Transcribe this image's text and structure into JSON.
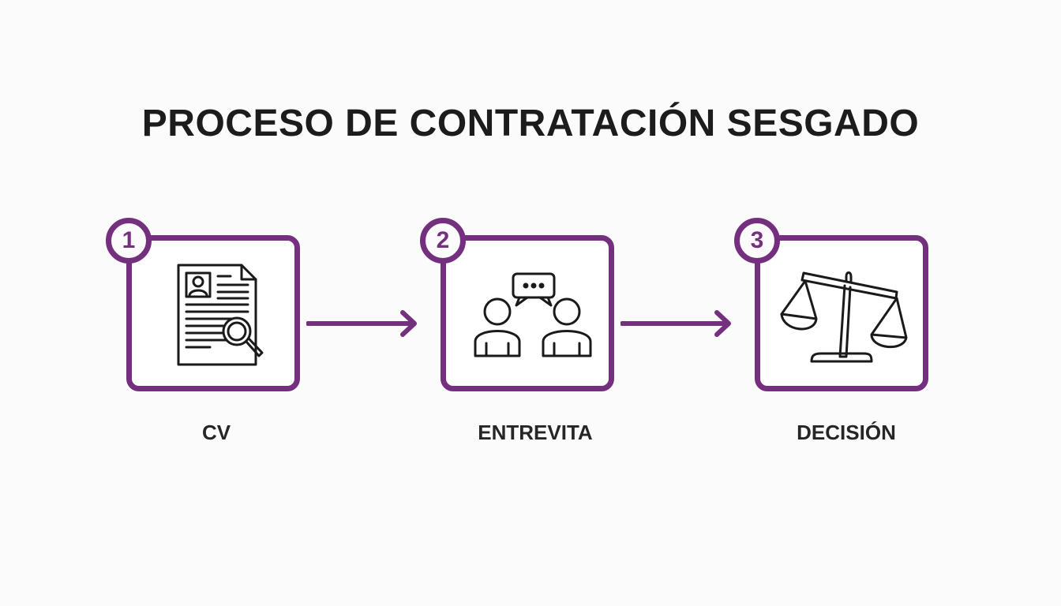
{
  "title": "PROCESO DE CONTRATACIÓN SESGADO",
  "accent_color": "#74307e",
  "steps": [
    {
      "number": "1",
      "label": "CV",
      "icon": "resume-search-icon"
    },
    {
      "number": "2",
      "label": "ENTREVITA",
      "icon": "interview-people-icon"
    },
    {
      "number": "3",
      "label": "DECISIÓN",
      "icon": "unbalanced-scale-icon"
    }
  ]
}
